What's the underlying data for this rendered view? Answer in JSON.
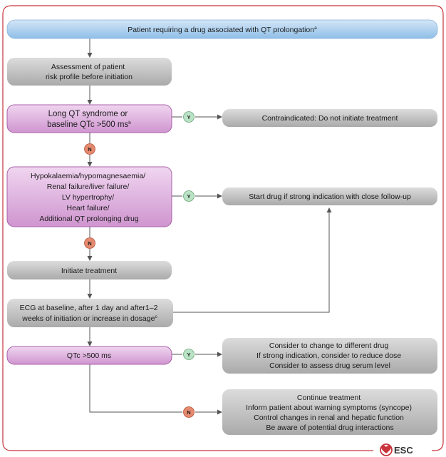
{
  "nodes": {
    "start": [
      "Patient requiring a drug associated with QT prolongation",
      "a"
    ],
    "assessment": [
      "Assessment of patient",
      "risk profile before initiation"
    ],
    "lqts": [
      "Long QT syndrome or",
      "baseline QTc >500 ms",
      "b"
    ],
    "contraindicated": [
      "Contraindicated: Do not initiate treatment"
    ],
    "risk_factors": [
      "Hypokalaemia/hypomagnesaemia/",
      "Renal failure/liver failure/",
      "LV hypertrophy/",
      "Heart failure/",
      "Additional QT prolonging drug"
    ],
    "start_drug": [
      "Start drug if strong indication with close follow-up"
    ],
    "initiate": [
      "Initiate treatment"
    ],
    "ecg": [
      "ECG at baseline, after 1 day and after1–2",
      "weeks of initiation or increase in dosage",
      "c"
    ],
    "qtc500": [
      "QTc >500 ms"
    ],
    "consider": [
      "Consider to change to different drug",
      "If strong indication, consider to reduce dose",
      "Consider to assess drug serum level"
    ],
    "continue": [
      "Continue treatment",
      "Inform patient about warning symptoms (syncope)",
      "Control changes in renal and hepatic function",
      "Be aware of potential drug interactions"
    ]
  },
  "badges": {
    "yes": "Y",
    "no": "N"
  },
  "logo": {
    "text": "ESC"
  },
  "colors": {
    "frame": "#c9343c",
    "blue_box": "#a9cdee",
    "grey_box": "#bdbdbd",
    "purple_box": "#d8a8d8",
    "purple_border": "#a860a8",
    "yes_badge": "#b9e3c4",
    "no_badge": "#e58a6f",
    "line": "#555555"
  }
}
